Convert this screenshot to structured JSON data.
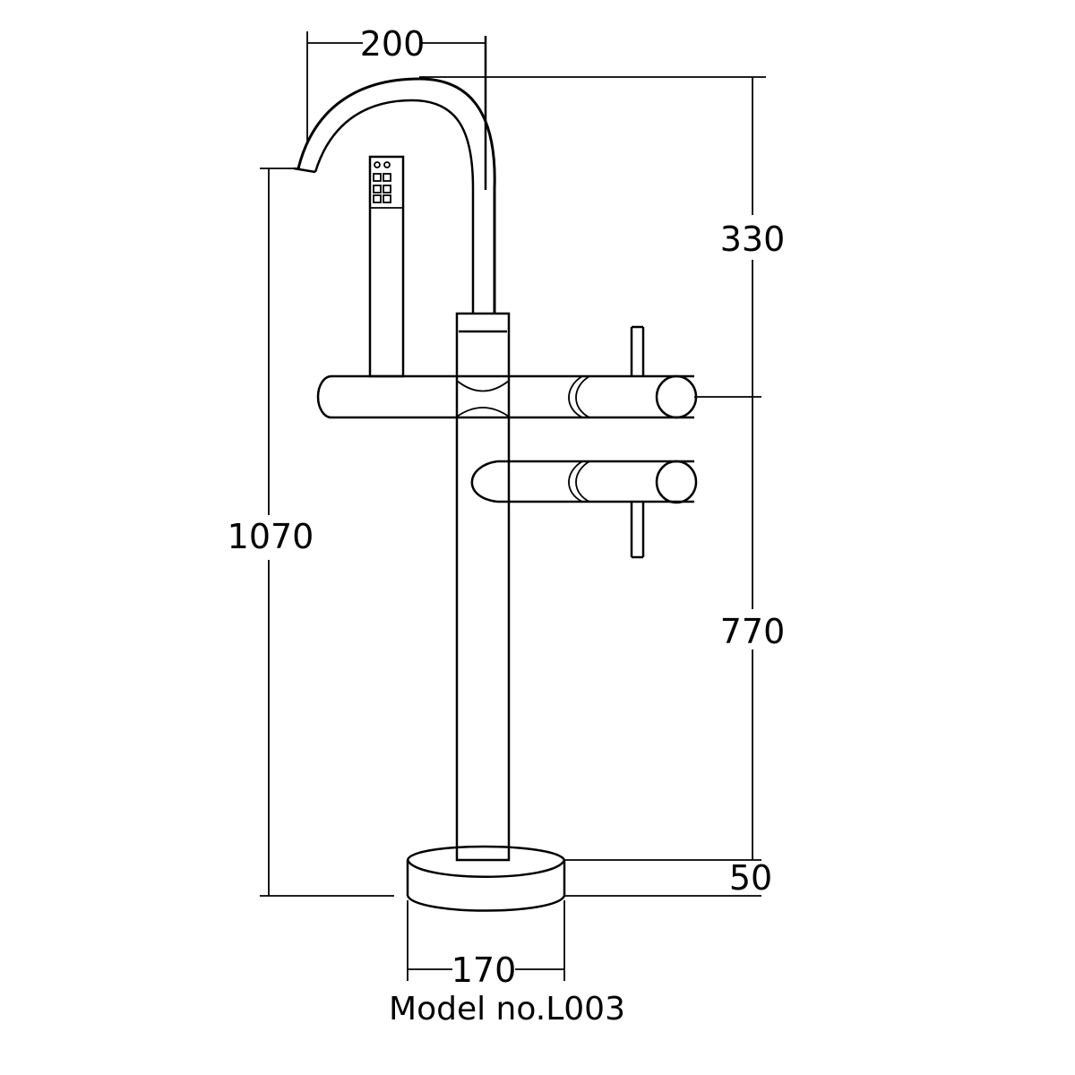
{
  "drawing": {
    "dimensions": {
      "spout_reach": "200",
      "spout_height": "330",
      "total_height": "1070",
      "lower_height": "770",
      "base_height": "50",
      "base_diameter": "170"
    },
    "caption": "Model no.L003"
  }
}
